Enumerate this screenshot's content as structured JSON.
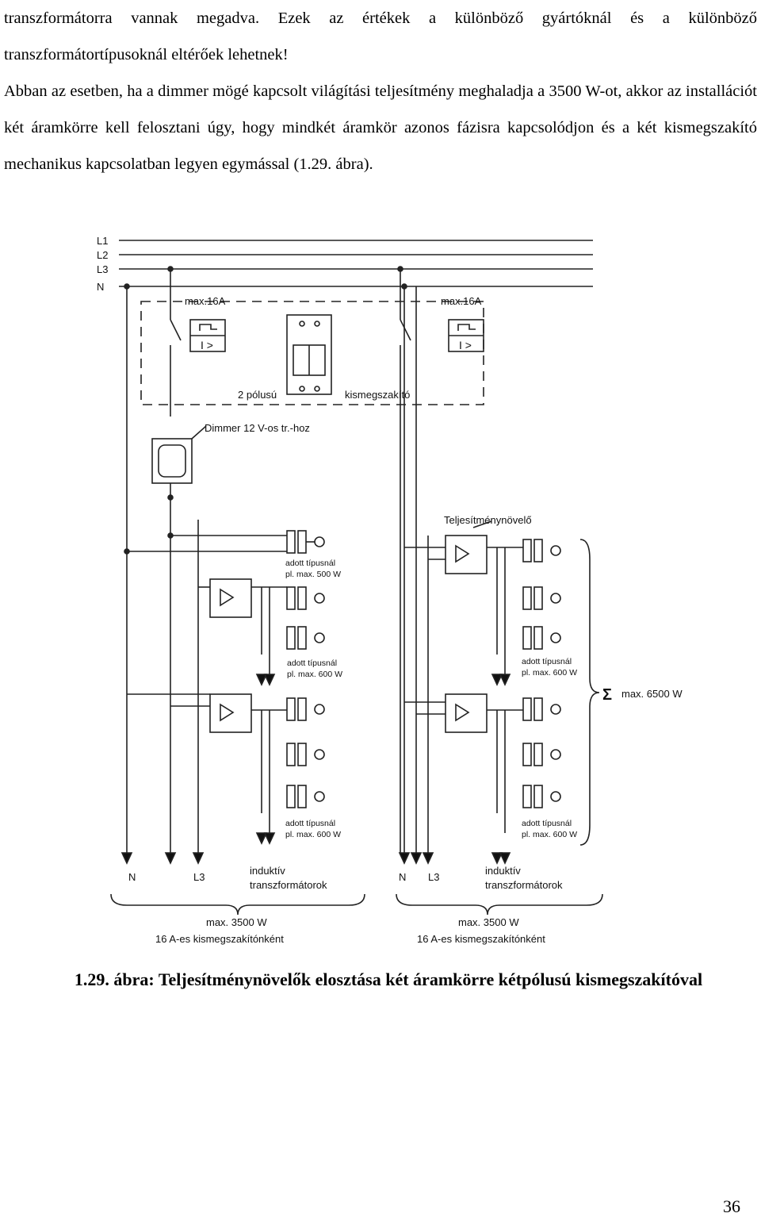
{
  "paragraphs": [
    "transzformátorra vannak megadva. Ezek az értékek a különböző gyártóknál és a különböző transzformátortípusoknál eltérőek lehetnek!",
    "Abban az esetben, ha a dimmer mögé kapcsolt világítási teljesítmény meghaladja a 3500 W-ot, akkor az installációt két áramkörre kell felosztani úgy, hogy mindkét áramkör azonos fázisra kapcsolódjon és a két kismegszakító mechanikus kapcsolatban legyen egymással (1.29. ábra)."
  ],
  "figure": {
    "bus_labels": [
      "L1",
      "L2",
      "L3",
      "N"
    ],
    "breaker_left": "max.16A",
    "breaker_right": "max.16A",
    "two_pole": "2 pólusú",
    "breaker_name": "kismegszakító",
    "dimmer": "Dimmer 12 V-os tr.-hoz",
    "booster": "Teljesítménynövelő",
    "load1_line1": "adott típusnál",
    "load1_line2": "pl. max. 500 W",
    "load2_line1": "adott típusnál",
    "load2_line2": "pl. max. 600 W",
    "load3_line1": "adott típusnál",
    "load3_line2": "pl. max. 600 W",
    "load4_line1": "adott típusnál",
    "load4_line2": "pl. max. 600 W",
    "load5_line1": "adott típusnál",
    "load5_line2": "pl. max. 600 W",
    "sigma": "Σ",
    "total": "max. 6500 W",
    "left_n": "N",
    "left_l3": "L3",
    "right_n": "N",
    "right_l3": "L3",
    "inductive_left_1": "induktív",
    "inductive_left_2": "transzformátorok",
    "inductive_right_1": "induktív",
    "inductive_right_2": "transzformátorok",
    "circuit_left_1": "max. 3500 W",
    "circuit_left_2": "16 A-es kismegszakítónként",
    "circuit_right_1": "max. 3500 W",
    "circuit_right_2": "16 A-es kismegszakítónként"
  },
  "caption": "1.29. ábra: Teljesítménynövelők elosztása két áramkörre kétpólusú kismegszakítóval",
  "page_number": "36"
}
